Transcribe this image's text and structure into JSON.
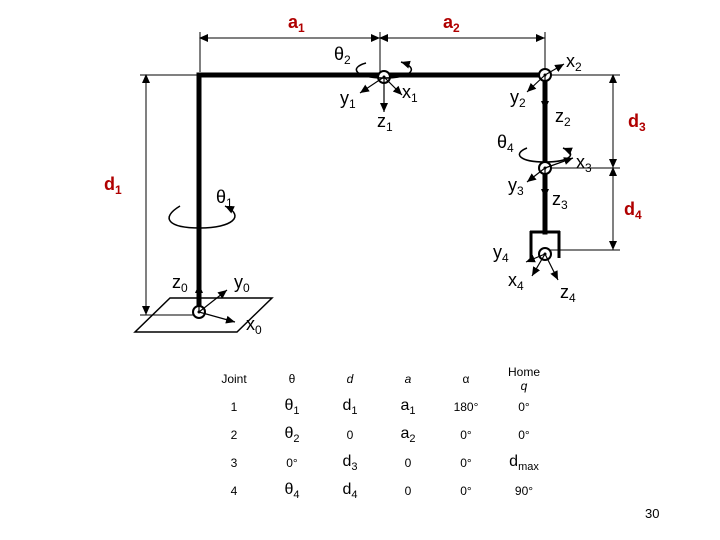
{
  "labels": {
    "a1": "a",
    "a1_sub": "1",
    "a2": "a",
    "a2_sub": "2",
    "theta2": "θ",
    "theta2_sub": "2",
    "x2": "x",
    "x2_sub": "2",
    "y1": "y",
    "y1_sub": "1",
    "x1": "x",
    "x1_sub": "1",
    "z1": "z",
    "z1_sub": "1",
    "y2": "y",
    "y2_sub": "2",
    "z2": "z",
    "z2_sub": "2",
    "d3": "d",
    "d3_sub": "3",
    "theta4": "θ",
    "theta4_sub": "4",
    "x3": "x",
    "x3_sub": "3",
    "d1": "d",
    "d1_sub": "1",
    "theta1": "θ",
    "theta1_sub": "1",
    "y3": "y",
    "y3_sub": "3",
    "z3": "z",
    "z3_sub": "3",
    "d4": "d",
    "d4_sub": "4",
    "y4": "y",
    "y4_sub": "4",
    "z0": "z",
    "z0_sub": "0",
    "y0": "y",
    "y0_sub": "0",
    "x4": "x",
    "x4_sub": "4",
    "z4": "z",
    "z4_sub": "4",
    "x0": "x",
    "x0_sub": "0"
  },
  "table": {
    "headers": {
      "joint": "Joint",
      "theta": "θ",
      "d": "d",
      "a": "a",
      "alpha": "α",
      "home": "Home",
      "home_q": "q"
    },
    "rows": [
      {
        "joint": "1",
        "theta": "θ",
        "theta_sub": "1",
        "d": "d",
        "d_sub": "1",
        "a": "a",
        "a_sub": "1",
        "alpha": "180°",
        "home": "0°"
      },
      {
        "joint": "2",
        "theta": "θ",
        "theta_sub": "2",
        "d": "0",
        "d_sub": "",
        "a": "a",
        "a_sub": "2",
        "alpha": "0°",
        "home": "0°"
      },
      {
        "joint": "3",
        "theta": "0°",
        "theta_sub": "",
        "d": "d",
        "d_sub": "3",
        "a": "0",
        "a_sub": "",
        "alpha": "0°",
        "home": "d",
        "home_sub": "max"
      },
      {
        "joint": "4",
        "theta": "θ",
        "theta_sub": "4",
        "d": "d",
        "d_sub": "4",
        "a": "0",
        "a_sub": "",
        "alpha": "0°",
        "home": "90°"
      }
    ]
  },
  "page_number": "30"
}
